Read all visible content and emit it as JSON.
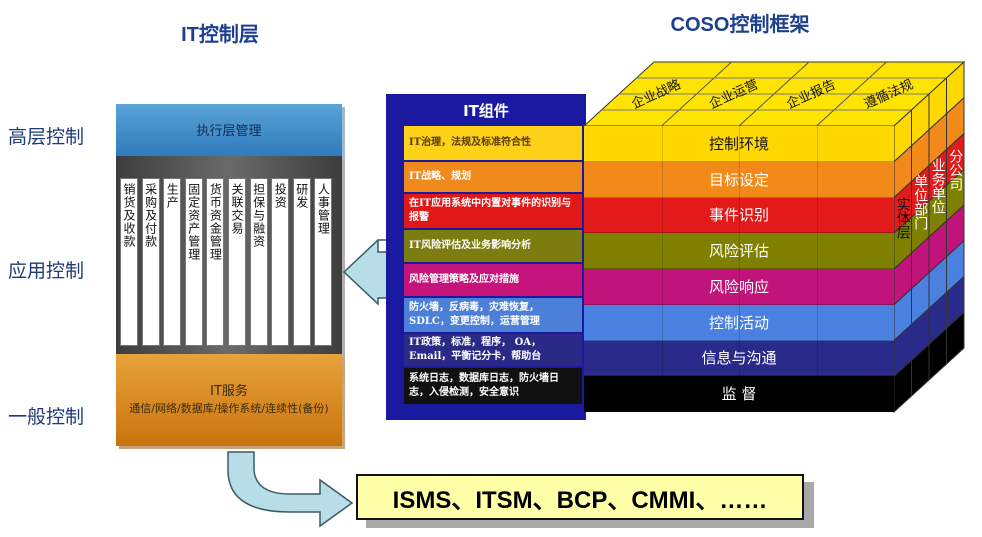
{
  "titles": {
    "it_layer": "IT控制层",
    "coso": "COSO控制框架"
  },
  "levels": {
    "high": "高层控制",
    "application": "应用控制",
    "general": "一般控制"
  },
  "it_stack": {
    "executive": "执行层管理",
    "applications": [
      "销货及收款",
      "采购及付款",
      "生产",
      "固定资产管理",
      "货币资金管理",
      "关联交易",
      "担保与融资",
      "投资",
      "研发",
      "人事管理"
    ],
    "service_title": "IT服务",
    "service_items": "通信/网络/数据库/操作系统/连续性(备份)"
  },
  "components": {
    "title": "IT组件",
    "rows": [
      {
        "text": "IT治理，法规及标准符合性",
        "bg": "#ffd21a",
        "fg": "#5a3a00"
      },
      {
        "text": "IT战略、规划",
        "bg": "#f08a1c",
        "fg": "#ffffff"
      },
      {
        "text": "在IT应用系统中内置对事件的识别与报警",
        "bg": "#e01818",
        "fg": "#ffffff"
      },
      {
        "text": "IT风险评估及业务影响分析",
        "bg": "#7c7c10",
        "fg": "#ffffff"
      },
      {
        "text": "风险管理策略及应对措施",
        "bg": "#c4147c",
        "fg": "#ffffff"
      },
      {
        "text": "防火墙，反病毒，灾难恢复，SDLC，变更控制，运营管理",
        "bg": "#4c7fd8",
        "fg": "#ffffff"
      },
      {
        "text": "IT政策，标准，程序， OA，Email，平衡记分卡，帮助台",
        "bg": "#2a2a86",
        "fg": "#ffffff"
      },
      {
        "text": "系统日志，数据库日志，防火墙日志，入侵检测，安全意识",
        "bg": "#111111",
        "fg": "#ffffff"
      }
    ]
  },
  "coso_cube": {
    "top_labels": [
      "企业战略",
      "企业运营",
      "企业报告",
      "遵循法规"
    ],
    "side_labels": [
      "实体层",
      "单位部门",
      "业务单位",
      "分公司"
    ],
    "rows": [
      {
        "text": "控制环境",
        "bg": "#ffd800"
      },
      {
        "text": "目标设定",
        "bg": "#f28a1a"
      },
      {
        "text": "事件识别",
        "bg": "#e21a1a"
      },
      {
        "text": "风险评估",
        "bg": "#808000"
      },
      {
        "text": "风险响应",
        "bg": "#c0147a"
      },
      {
        "text": "控制活动",
        "bg": "#4a80e0"
      },
      {
        "text": "信息与沟通",
        "bg": "#2a2a8a"
      },
      {
        "text": "监 督",
        "bg": "#000000"
      }
    ],
    "top_color": "#ffe400",
    "side_color": "#e8d000"
  },
  "result": "ISMS、ITSM、BCP、CMMI、……"
}
